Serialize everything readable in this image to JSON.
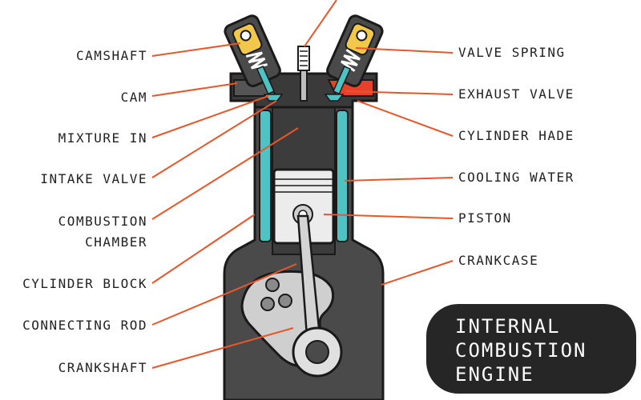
{
  "title": {
    "lines": [
      "Internal",
      "Combustion",
      "Engine"
    ]
  },
  "labels_left": {
    "camshaft": "Camshaft",
    "cam": "Cam",
    "mixture_in": "Mixture In",
    "intake_valve": "Intake Valve",
    "combustion_chamber_1": "Combustion",
    "combustion_chamber_2": "Chamber",
    "cylinder_block": "Cylinder Block",
    "connecting_rod": "Connecting Rod",
    "crankshaft": "Crankshaft"
  },
  "labels_right": {
    "valve_spring": "Valve Spring",
    "exhaust_valve": "Exhaust Valve",
    "cylinder_hade": "Cylinder Hade",
    "cooling_water": "Cooling Water",
    "piston": "Piston",
    "crankcase": "Crankcase"
  },
  "colors": {
    "leader": "#e8572a",
    "body": "#4a4a4a",
    "water": "#4fc3c3",
    "piston": "#ececec",
    "cam_fill": "#f2c84b",
    "exhaust": "#e8412a",
    "crank": "#cfcfcf"
  }
}
